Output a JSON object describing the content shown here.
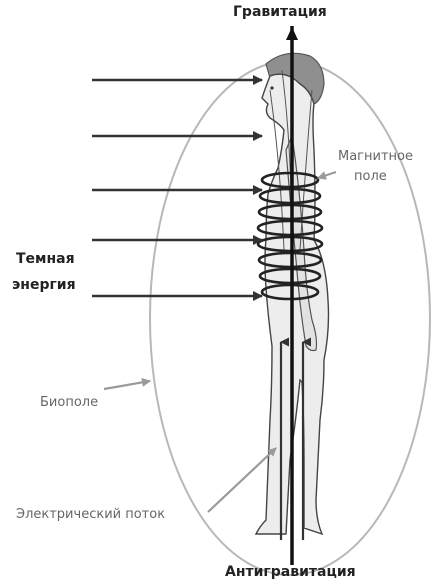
{
  "labels": {
    "gravity": "Гравитация",
    "antigravity": "Антигравитация",
    "magnetic_line1": "Магнитное",
    "magnetic_line2": "поле",
    "dark_line1": "Темная",
    "dark_line2": "энергия",
    "biofield": "Биополе",
    "electric_flow": "Электрический поток"
  },
  "colors": {
    "arrow": "#333333",
    "axis": "#111111",
    "ellipse": "#b8b8b8",
    "gray_arrow": "#9a9a9a",
    "figure_stroke": "#444444",
    "figure_fill": "#ededed"
  }
}
